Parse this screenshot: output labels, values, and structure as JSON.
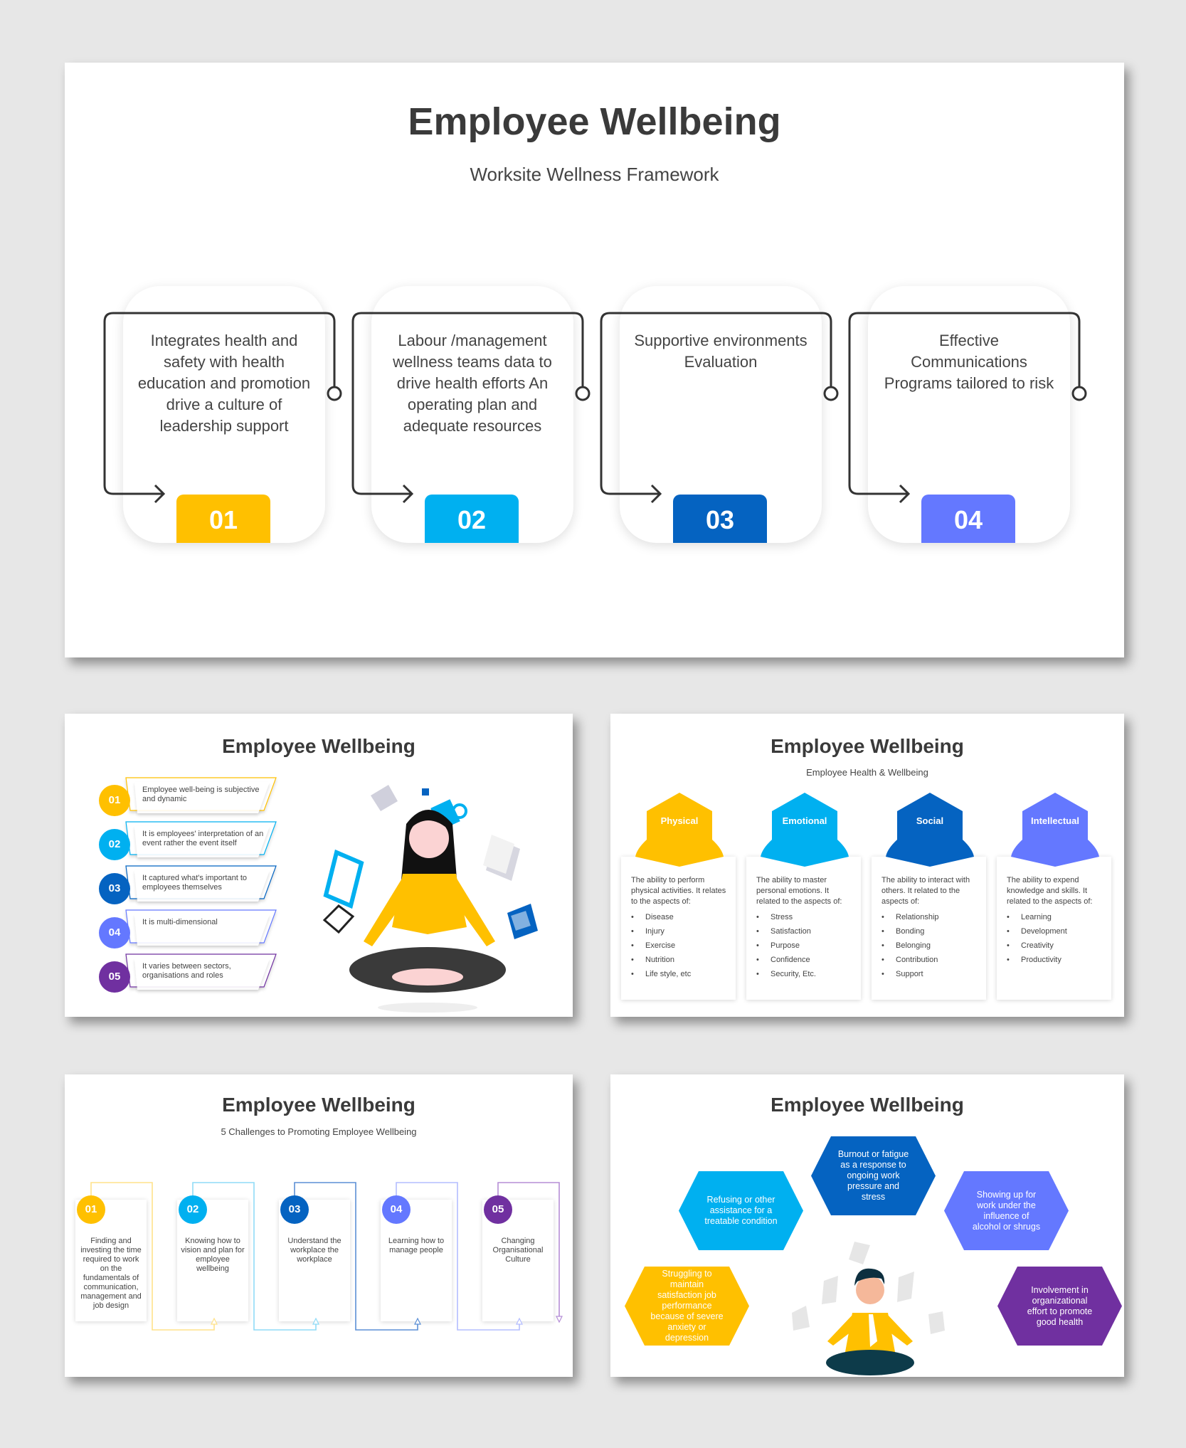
{
  "slide1": {
    "title": "Employee Wellbeing",
    "subtitle": "Worksite Wellness Framework",
    "cards": [
      {
        "number": "01",
        "color": "#FFC000",
        "text": "Integrates health and safety with health education and promotion drive a culture of leadership support"
      },
      {
        "number": "02",
        "color": "#00B0F0",
        "text": "Labour /management wellness teams data to drive health efforts An operating plan and adequate resources"
      },
      {
        "number": "03",
        "color": "#0563C1",
        "text": "Supportive environments Evaluation"
      },
      {
        "number": "04",
        "color": "#6478FF",
        "text": "Effective Communications Programs tailored to risk"
      }
    ]
  },
  "slide2": {
    "title": "Employee Wellbeing",
    "items": [
      {
        "number": "01",
        "color": "#FFC000",
        "text": "Employee well-being is subjective and dynamic"
      },
      {
        "number": "02",
        "color": "#00B0F0",
        "text": "It is employees' interpretation of an event rather the event itself"
      },
      {
        "number": "03",
        "color": "#0563C1",
        "text": "It captured what's important to employees themselves"
      },
      {
        "number": "04",
        "color": "#6478FF",
        "text": "It is multi-dimensional"
      },
      {
        "number": "05",
        "color": "#7030A0",
        "text": "It varies between sectors, organisations and roles"
      }
    ]
  },
  "slide3": {
    "title": "Employee Wellbeing",
    "subtitle": "Employee Health & Wellbeing",
    "pillars": [
      {
        "label": "Physical",
        "color": "#FFC000",
        "description": "The ability to perform physical activities. It relates to the aspects of:",
        "aspects": [
          "Disease",
          "Injury",
          "Exercise",
          "Nutrition",
          "Life style, etc"
        ]
      },
      {
        "label": "Emotional",
        "color": "#00B0F0",
        "description": "The ability to master personal emotions. It related to the aspects of:",
        "aspects": [
          "Stress",
          "Satisfaction",
          "Purpose",
          "Confidence",
          "Security, Etc."
        ]
      },
      {
        "label": "Social",
        "color": "#0563C1",
        "description": "The ability to interact with others. It related to the aspects of:",
        "aspects": [
          "Relationship",
          "Bonding",
          "Belonging",
          "Contribution",
          "Support"
        ]
      },
      {
        "label": "Intellectual",
        "color": "#6478FF",
        "description": "The ability to expend knowledge and skills. It related to the aspects of:",
        "aspects": [
          "Learning",
          "Development",
          "Creativity",
          "Productivity"
        ]
      }
    ]
  },
  "slide4": {
    "title": "Employee Wellbeing",
    "subtitle": "5 Challenges to Promoting Employee Wellbeing",
    "challenges": [
      {
        "number": "01",
        "color": "#FFC000",
        "line": "#FFE28A",
        "text": "Finding and investing the time required to work on the fundamentals of communication, management and job design"
      },
      {
        "number": "02",
        "color": "#00B0F0",
        "line": "#8FDBF7",
        "text": "Knowing how to vision and plan for employee wellbeing"
      },
      {
        "number": "03",
        "color": "#0563C1",
        "line": "#5B8FD5",
        "text": "Understand the workplace the workplace"
      },
      {
        "number": "04",
        "color": "#6478FF",
        "line": "#B4BDFF",
        "text": "Learning how to manage people"
      },
      {
        "number": "05",
        "color": "#7030A0",
        "line": "#B58ED6",
        "text": "Changing Organisational Culture"
      }
    ]
  },
  "slide5": {
    "title": "Employee Wellbeing",
    "hexes": [
      {
        "color": "#00B0F0",
        "text": "Refusing or other assistance for a treatable condition"
      },
      {
        "color": "#0563C1",
        "text": "Burnout or fatigue as a response to ongoing work pressure and stress"
      },
      {
        "color": "#6478FF",
        "text": "Showing up for work under the influence of alcohol or shrugs"
      },
      {
        "color": "#FFC000",
        "text": "Struggling to maintain satisfaction job performance because of severe anxiety or depression"
      },
      {
        "color": "#7030A0",
        "text": "Involvement in organizational effort to promote good health"
      }
    ]
  }
}
